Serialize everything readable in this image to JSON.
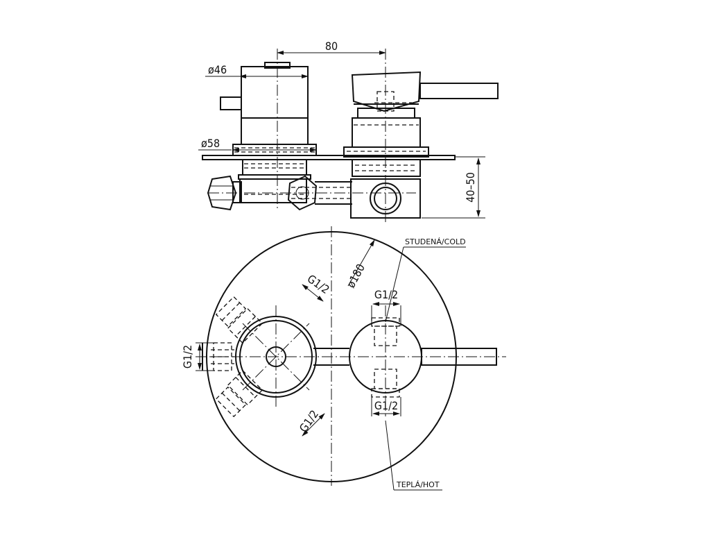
{
  "dimensions": {
    "center_distance": "80",
    "cap_diameter": "ø46",
    "flange_diameter": "ø58",
    "depth_range": "40–50",
    "plate_diameter": "ø180"
  },
  "threads": {
    "left_upper": "G1/2",
    "left_side": "G1/2",
    "left_lower": "G1/2",
    "right_upper": "G1/2",
    "right_lower": "G1/2"
  },
  "callouts": {
    "cold": "STUDENÁ/COLD",
    "hot": "TEPLÁ/HOT"
  }
}
